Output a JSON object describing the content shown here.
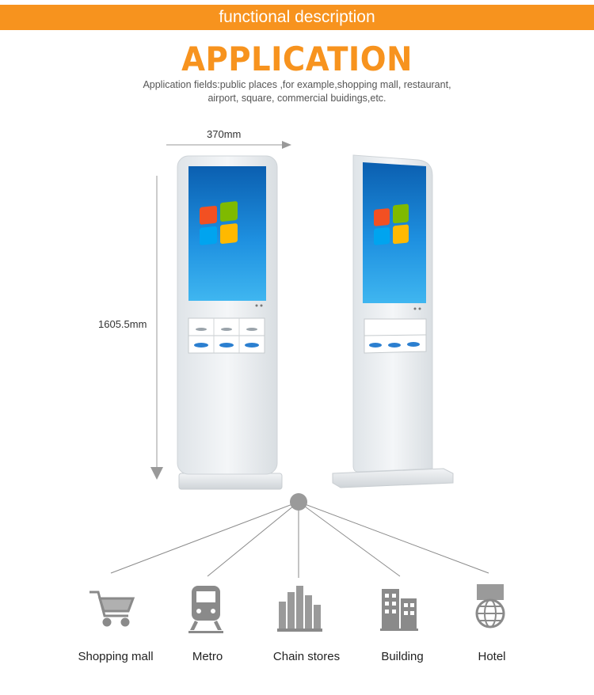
{
  "banner": {
    "title": "functional description"
  },
  "heading": {
    "title": "APPLICATION"
  },
  "description": {
    "line1": "Application fields:public places ,for example,shopping mall, restaurant,",
    "line2": "airport, square, commercial buidings,etc."
  },
  "dimensions": {
    "width": "370mm",
    "height": "1605.5mm"
  },
  "applications": [
    {
      "label": "Shopping mall",
      "icon": "shopping-cart-icon"
    },
    {
      "label": "Metro",
      "icon": "train-icon"
    },
    {
      "label": "Chain stores",
      "icon": "chain-store-icon"
    },
    {
      "label": "Building",
      "icon": "building-icon"
    },
    {
      "label": "Hotel",
      "icon": "hotel-globe-icon"
    }
  ],
  "colors": {
    "accent": "#f7931e",
    "icon_gray": "#8a8a8a",
    "kiosk_white": "#eef1f3"
  }
}
